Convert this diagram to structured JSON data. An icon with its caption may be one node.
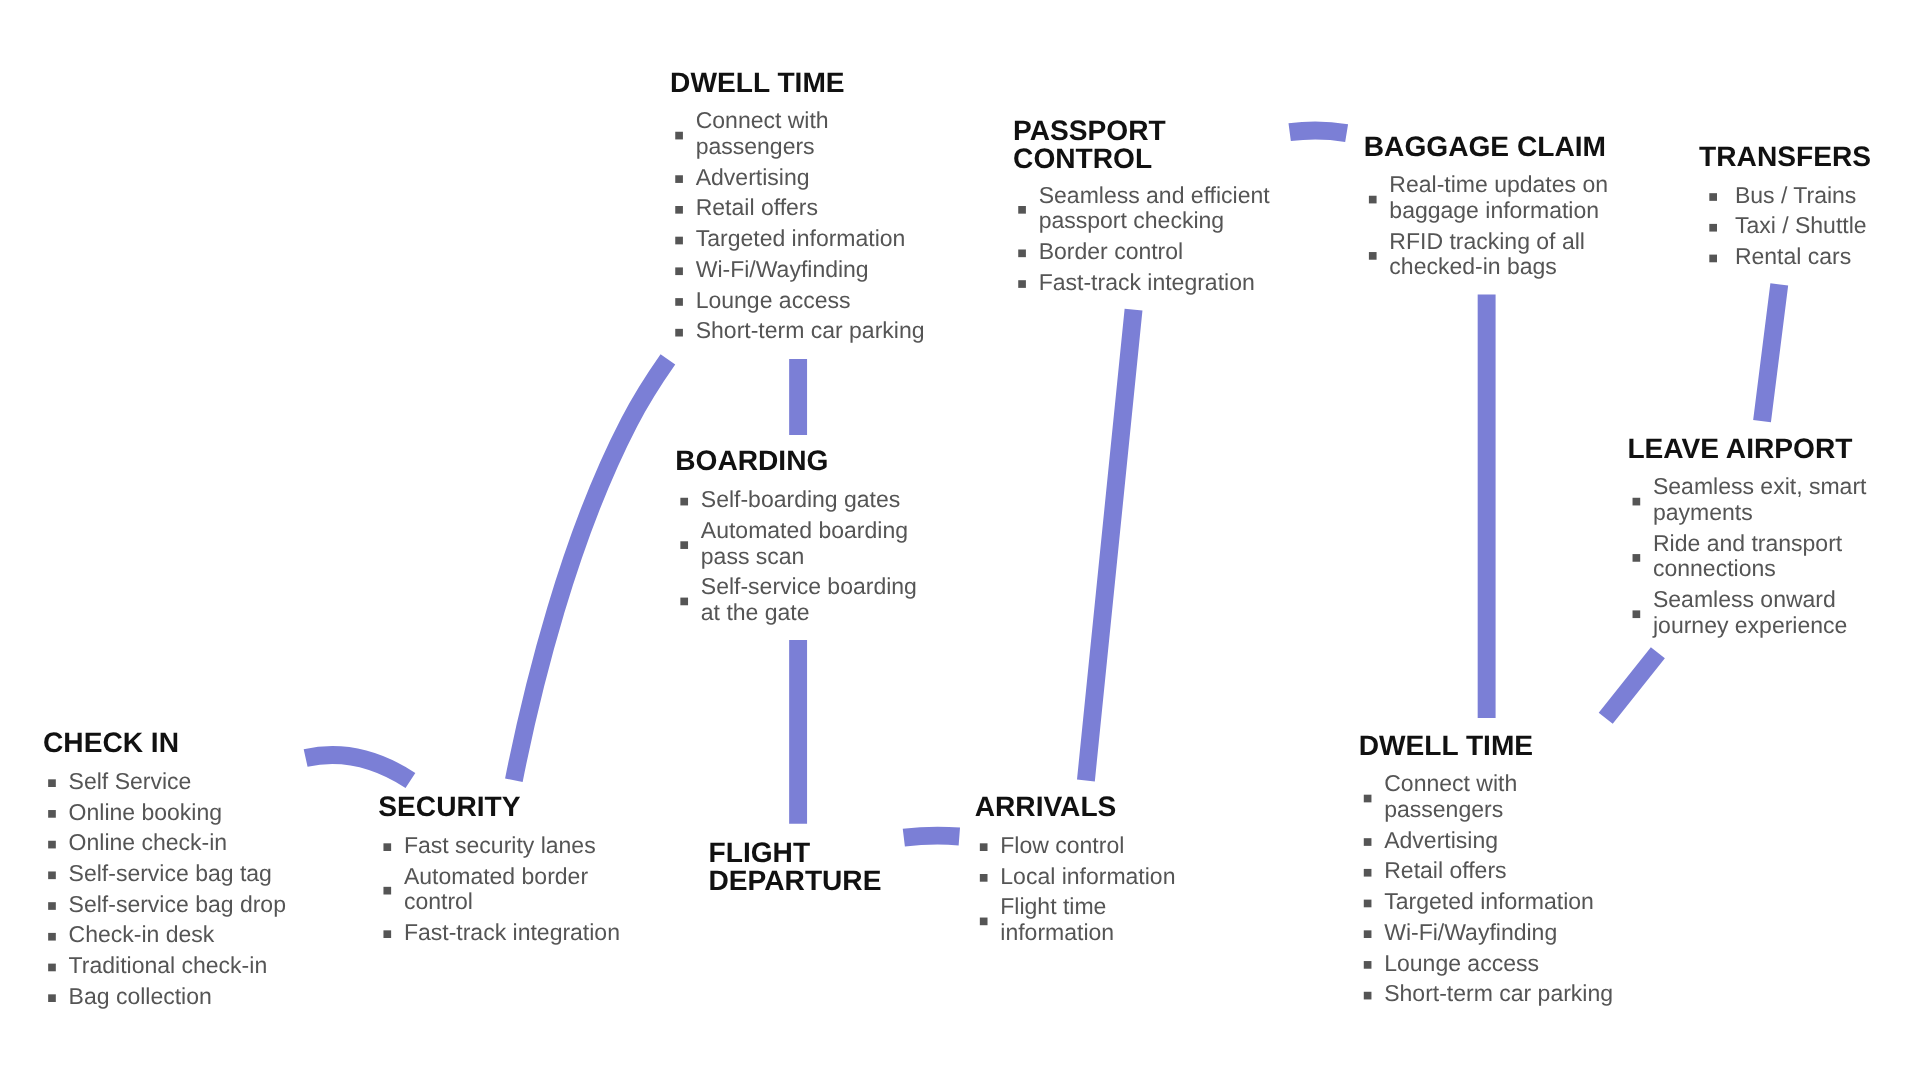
{
  "diagram": {
    "nodes": [
      {
        "text": [
          "CHECK IN",
          "Self Service",
          "Online booking",
          "Online check-in",
          "Self-service bag tag",
          "Self-service bag drop",
          "Check-in desk",
          "Traditional check-in",
          "Bag collection"
        ]
      },
      {
        "text": [
          "SECURITY",
          "Fast security lanes",
          "Automated border control",
          "Fast-track integration"
        ]
      },
      {
        "text": [
          "DWELL TIME",
          "Connect with passengers",
          "Advertising",
          "Retail offers",
          "Targeted information",
          "Wi-Fi/Wayfinding",
          "Lounge access",
          "Short-term car parking"
        ]
      },
      {
        "text": [
          "BOARDING",
          "Self-boarding gates",
          "Automated boarding pass scan",
          "Self-service boarding at the gate"
        ]
      },
      {
        "text": [
          "FLIGHT DEPARTURE"
        ]
      },
      {
        "text": [
          "ARRIVALS",
          "Flow control",
          "Local information",
          "Flight time information"
        ]
      },
      {
        "text": [
          "PASSPORT CONTROL",
          "Seamless and efficient passport checking",
          "Border control",
          "Fast-track integration"
        ]
      },
      {
        "text": [
          "BAGGAGE CLAIM",
          "Real-time updates on baggage information",
          "RFID tracking of all checked-in bags"
        ]
      },
      {
        "text": [
          "DWELL TIME",
          "Connect with passengers",
          "Advertising",
          "Retail offers",
          "Targeted information",
          "Wi-Fi/Wayfinding",
          "Lounge access",
          "Short-term car parking"
        ]
      },
      {
        "text": [
          "LEAVE AIRPORT",
          "Seamless exit, smart payments",
          "Ride and transport connections",
          "Seamless onward journey experience"
        ]
      },
      {
        "text": [
          "TRANSFERS",
          "Bus / Trains",
          "Taxi / Shuttle",
          "Rental cars"
        ]
      }
    ],
    "edges": [
      {
        "from": 0,
        "to": 1,
        "arrow": "none"
      },
      {
        "from": 1,
        "to": 2,
        "arrow": "none"
      },
      {
        "from": 2,
        "to": 3,
        "arrow": "none"
      },
      {
        "from": 3,
        "to": 4,
        "arrow": "none"
      },
      {
        "from": 4,
        "to": 5,
        "arrow": "none"
      },
      {
        "from": 5,
        "to": 6,
        "arrow": "none"
      },
      {
        "from": 6,
        "to": 7,
        "arrow": "none"
      },
      {
        "from": 7,
        "to": 8,
        "arrow": "none"
      },
      {
        "from": 8,
        "to": 9,
        "arrow": "none"
      },
      {
        "from": 9,
        "to": 10,
        "arrow": "none"
      }
    ]
  }
}
